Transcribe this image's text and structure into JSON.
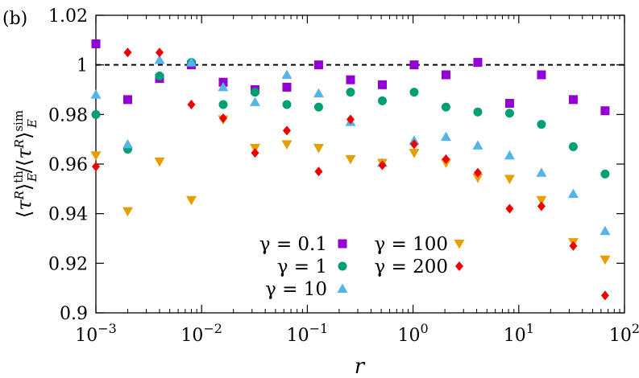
{
  "panel_label": "(b)",
  "chart_data": {
    "type": "scatter",
    "xlabel": "r",
    "ylabel": "⟨τ^R⟩^th_E / ⟨τ^R⟩^sim_E",
    "xscale": "log",
    "xlim": [
      0.001,
      100
    ],
    "ylim": [
      0.9,
      1.02
    ],
    "x_ticks": [
      0.001,
      0.01,
      0.1,
      1,
      10,
      100
    ],
    "x_tick_labels": [
      {
        "base": "10",
        "exp": "−3"
      },
      {
        "base": "10",
        "exp": "−2"
      },
      {
        "base": "10",
        "exp": "−1"
      },
      {
        "base": "10",
        "exp": "0"
      },
      {
        "base": "10",
        "exp": "1"
      },
      {
        "base": "10",
        "exp": "2"
      }
    ],
    "y_ticks": [
      0.9,
      0.92,
      0.94,
      0.96,
      0.98,
      1,
      1.02
    ],
    "y_tick_labels": [
      "0.9",
      "0.92",
      "0.94",
      "0.96",
      "0.98",
      "1",
      "1.02"
    ],
    "reference_line": {
      "y": 1,
      "style": "dashed",
      "color": "#000000"
    },
    "grid": false,
    "legend_position": "bottom-center",
    "x": [
      0.001,
      0.002,
      0.004,
      0.008,
      0.016,
      0.032,
      0.064,
      0.128,
      0.256,
      0.512,
      1.024,
      2.048,
      4.096,
      8.192,
      16.384,
      32.768,
      65.536
    ],
    "series": [
      {
        "name": "γ = 0.1",
        "marker": "square",
        "color": "#9400d3",
        "values": [
          1.0085,
          0.986,
          0.9945,
          1.0,
          0.993,
          0.99,
          0.991,
          1.0,
          0.994,
          0.992,
          1.0,
          0.996,
          1.001,
          0.9845,
          0.996,
          0.986,
          0.9815
        ]
      },
      {
        "name": "γ = 1",
        "marker": "circle",
        "color": "#009e73",
        "values": [
          0.98,
          0.966,
          0.9955,
          1.001,
          0.984,
          0.989,
          0.984,
          0.983,
          0.989,
          0.9855,
          0.989,
          0.983,
          0.981,
          0.9805,
          0.976,
          0.967,
          0.956
        ]
      },
      {
        "name": "γ = 10",
        "marker": "triangle-up",
        "color": "#56b4e9",
        "values": [
          0.988,
          0.968,
          1.002,
          1.001,
          0.991,
          0.985,
          0.996,
          0.9885,
          0.977,
          0.9605,
          0.9695,
          0.971,
          0.9675,
          0.9635,
          0.9565,
          0.948,
          0.933
        ]
      },
      {
        "name": "γ = 100",
        "marker": "triangle-down",
        "color": "#e69f00",
        "values": [
          0.9635,
          0.941,
          0.961,
          0.9455,
          0.978,
          0.9665,
          0.968,
          0.9665,
          0.962,
          0.9605,
          0.9645,
          0.9605,
          0.9545,
          0.954,
          0.9455,
          0.9285,
          0.9215
        ]
      },
      {
        "name": "γ = 200",
        "marker": "diamond",
        "color": "#ee0000",
        "values": [
          0.959,
          1.005,
          1.005,
          0.984,
          0.9785,
          0.9645,
          0.9735,
          0.957,
          0.978,
          0.9595,
          0.968,
          0.962,
          0.9565,
          0.942,
          0.943,
          0.927,
          0.907
        ]
      }
    ]
  }
}
